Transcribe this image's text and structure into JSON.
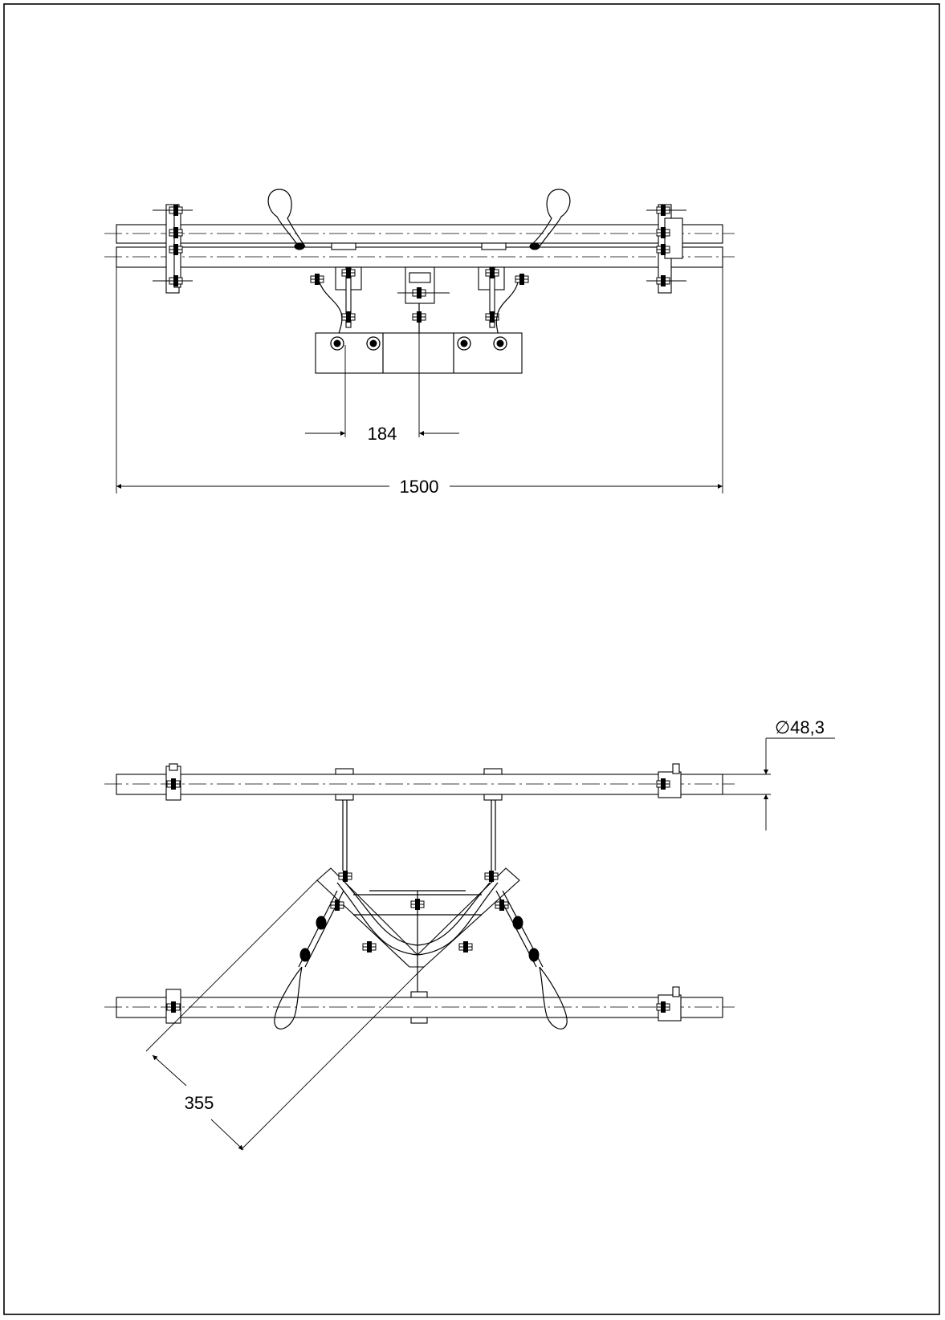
{
  "drawing": {
    "dimensions": {
      "top_overall_length": "1500",
      "top_offset": "184",
      "bottom_diameter": "∅48,3",
      "bottom_diagonal": "355"
    }
  }
}
